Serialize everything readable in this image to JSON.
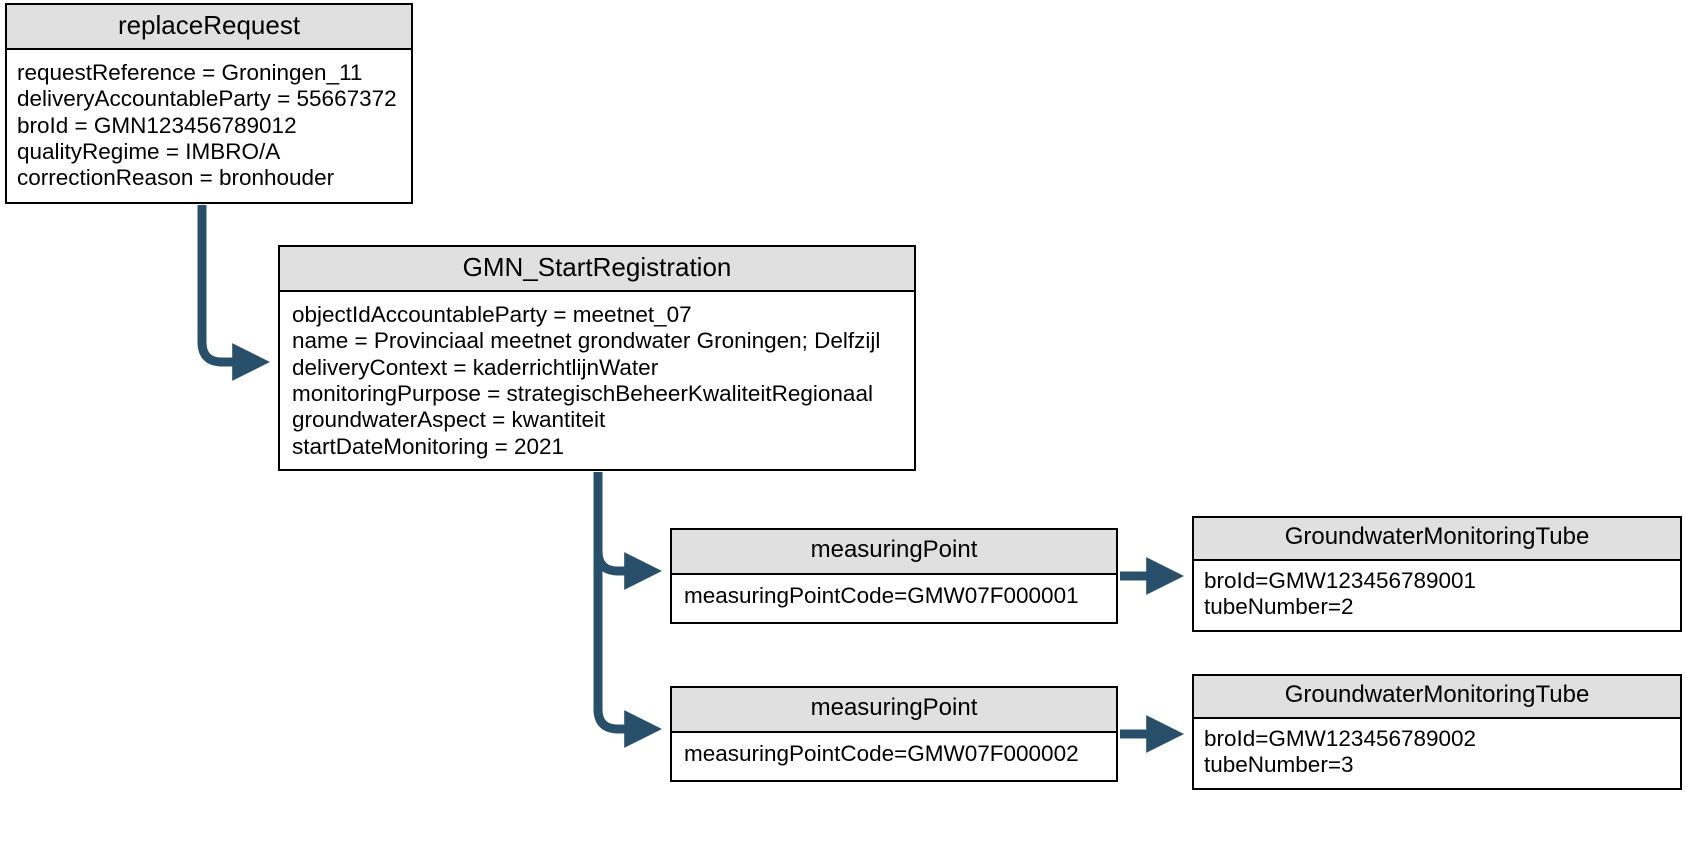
{
  "diagram": {
    "title": "replaceRequest GMN_StartRegistration",
    "accent_color": "#28506b",
    "header_fill": "#e0e0e0",
    "border_color": "#000000",
    "background": "#ffffff"
  },
  "nodes": {
    "replace_request": {
      "header": "replaceRequest",
      "attributes": [
        "requestReference = Groningen_11",
        "deliveryAccountableParty = 55667372",
        "broId = GMN123456789012",
        "qualityRegime = IMBRO/A",
        "correctionReason = bronhouder"
      ]
    },
    "gmn_start_registration": {
      "header": "GMN_StartRegistration",
      "attributes": [
        "objectIdAccountableParty = meetnet_07",
        "name = Provinciaal meetnet grondwater Groningen; Delfzijl",
        "deliveryContext = kaderrichtlijnWater",
        "monitoringPurpose = strategischBeheerKwaliteitRegionaal",
        "groundwaterAspect = kwantiteit",
        "startDateMonitoring = 2021"
      ]
    },
    "measuring_point_1": {
      "header": "measuringPoint",
      "attributes": [
        "measuringPointCode=GMW07F000001"
      ]
    },
    "measuring_point_2": {
      "header": "measuringPoint",
      "attributes": [
        "measuringPointCode=GMW07F000002"
      ]
    },
    "tube_1": {
      "header": "GroundwaterMonitoringTube",
      "attributes": [
        "broId=GMW123456789001",
        "tubeNumber=2"
      ]
    },
    "tube_2": {
      "header": "GroundwaterMonitoringTube",
      "attributes": [
        "broId=GMW123456789002",
        "tubeNumber=3"
      ]
    }
  },
  "connectors": [
    {
      "name": "replace-request-to-gmn-start-registration",
      "from": "replace_request",
      "to": "gmn_start_registration",
      "style": "elbow-arrow"
    },
    {
      "name": "gmn-start-registration-to-measuring-point-1",
      "from": "gmn_start_registration",
      "to": "measuring_point_1",
      "style": "elbow-arrow"
    },
    {
      "name": "gmn-start-registration-to-measuring-point-2",
      "from": "gmn_start_registration",
      "to": "measuring_point_2",
      "style": "elbow-arrow"
    },
    {
      "name": "measuring-point-1-to-tube-1",
      "from": "measuring_point_1",
      "to": "tube_1",
      "style": "straight-arrow"
    },
    {
      "name": "measuring-point-2-to-tube-2",
      "from": "measuring_point_2",
      "to": "tube_2",
      "style": "straight-arrow"
    }
  ]
}
